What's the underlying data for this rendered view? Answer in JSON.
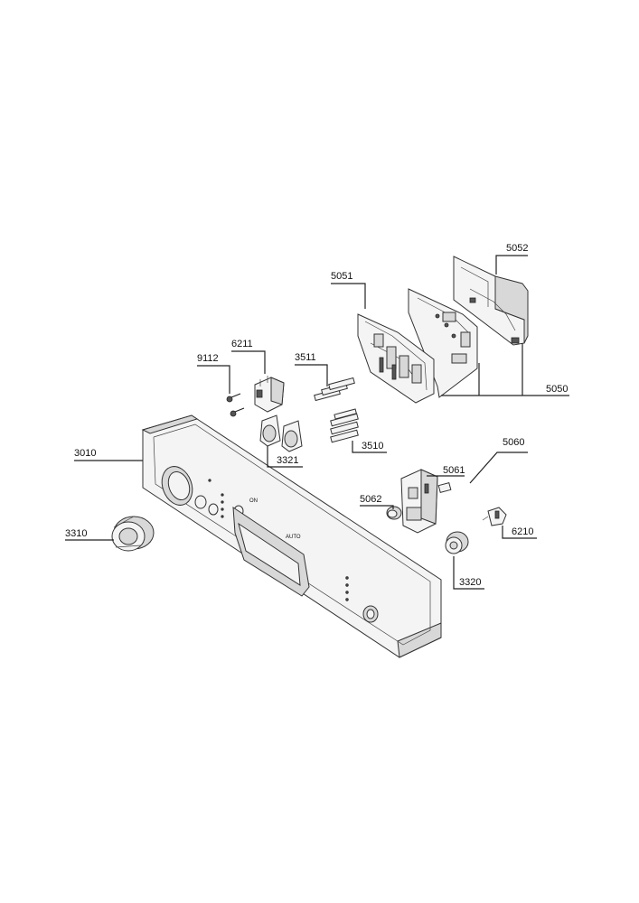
{
  "diagram": {
    "callouts": [
      {
        "id": "5052",
        "label": "5052"
      },
      {
        "id": "5051",
        "label": "5051"
      },
      {
        "id": "6211",
        "label": "6211"
      },
      {
        "id": "9112",
        "label": "9112"
      },
      {
        "id": "3511",
        "label": "3511"
      },
      {
        "id": "5050",
        "label": "5050"
      },
      {
        "id": "3510",
        "label": "3510"
      },
      {
        "id": "5060",
        "label": "5060"
      },
      {
        "id": "3010",
        "label": "3010"
      },
      {
        "id": "3321",
        "label": "3321"
      },
      {
        "id": "5061",
        "label": "5061"
      },
      {
        "id": "5062",
        "label": "5062"
      },
      {
        "id": "3310",
        "label": "3310"
      },
      {
        "id": "6210",
        "label": "6210"
      },
      {
        "id": "3320",
        "label": "3320"
      }
    ],
    "panel_marks": {
      "left": "ON",
      "right": "AUTO"
    }
  }
}
